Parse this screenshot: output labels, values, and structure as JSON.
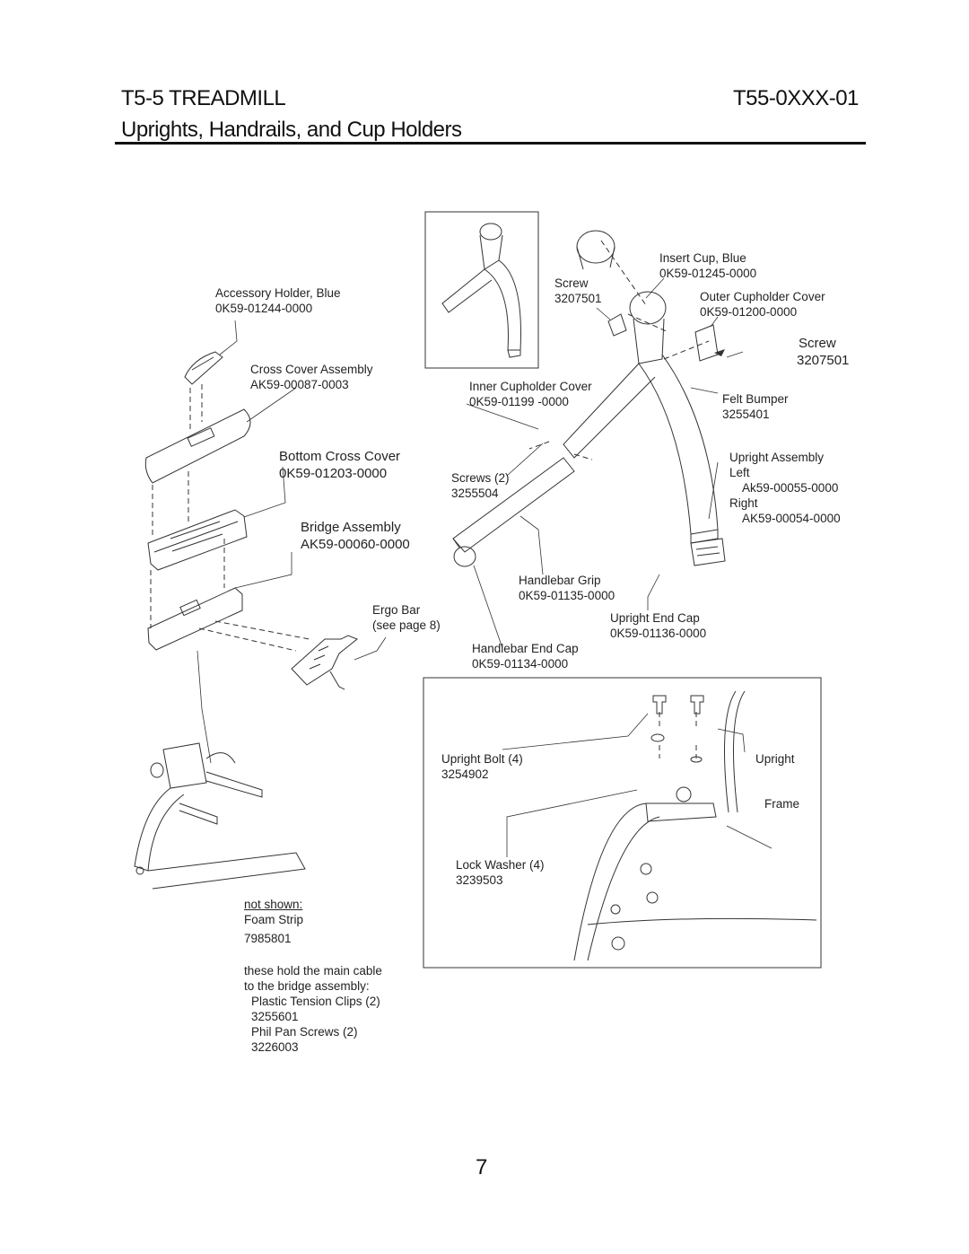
{
  "header": {
    "model": "T5-5 TREADMILL",
    "part_code": "T55-0XXX-01",
    "section_title": "Uprights, Handrails, and Cup Holders"
  },
  "labels": {
    "accessory_holder": {
      "name": "Accessory Holder, Blue",
      "part": "0K59-01244-0000"
    },
    "cross_cover": {
      "name": "Cross Cover Assembly",
      "part": "AK59-00087-0003"
    },
    "bottom_cross_cover": {
      "name": "Bottom Cross Cover",
      "part": "0K59-01203-0000"
    },
    "bridge_assembly": {
      "name": "Bridge Assembly",
      "part": "AK59-00060-0000"
    },
    "ergo_bar": {
      "name": "Ergo Bar",
      "note": "(see page 8)"
    },
    "screw_top": {
      "name": "Screw",
      "part": "3207501"
    },
    "insert_cup": {
      "name": "Insert Cup, Blue",
      "part": "0K59-01245-0000"
    },
    "outer_cupholder": {
      "name": "Outer Cupholder Cover",
      "part": "0K59-01200-0000"
    },
    "screw_right": {
      "name": "Screw",
      "part": "3207501"
    },
    "inner_cupholder": {
      "name": "Inner Cupholder Cover",
      "part": "0K59-01199 -0000"
    },
    "felt_bumper": {
      "name": "Felt Bumper",
      "part": "3255401"
    },
    "screws_2": {
      "name": "Screws (2)",
      "part": "3255504"
    },
    "upright_assembly": {
      "name": "Upright Assembly",
      "left": "Left",
      "left_part": "Ak59-00055-0000",
      "right": "Right",
      "right_part": "AK59-00054-0000"
    },
    "handlebar_grip": {
      "name": "Handlebar Grip",
      "part": "0K59-01135-0000"
    },
    "upright_end_cap": {
      "name": "Upright End Cap",
      "part": "0K59-01136-0000"
    },
    "handlebar_end_cap": {
      "name": "Handlebar End Cap",
      "part": "0K59-01134-0000"
    },
    "upright_bolt": {
      "name": "Upright Bolt (4)",
      "part": "3254902"
    },
    "lock_washer": {
      "name": "Lock Washer (4)",
      "part": "3239503"
    },
    "upright": "Upright",
    "frame": "Frame"
  },
  "notes": {
    "not_shown": "not shown:",
    "foam_strip": "Foam Strip",
    "foam_strip_part": "7985801",
    "cable_line1": "these hold the main cable",
    "cable_line2": "to the bridge assembly:",
    "tension_clips": "Plastic Tension Clips (2)",
    "tension_clips_part": "3255601",
    "pan_screws": "Phil Pan Screws (2)",
    "pan_screws_part": "3226003"
  },
  "page_number": "7"
}
